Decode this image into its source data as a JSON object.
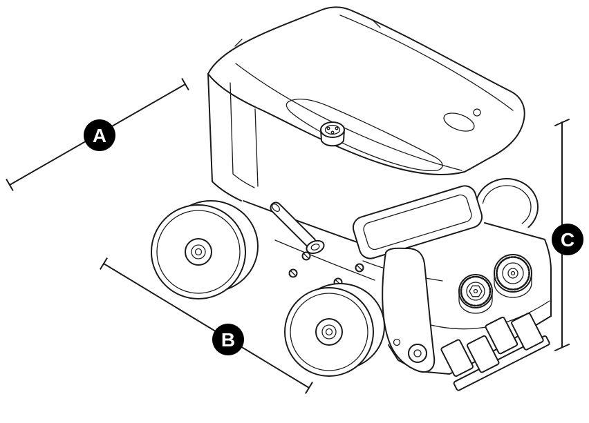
{
  "colors": {
    "background": "#ffffff",
    "line": "#1a1a1a",
    "badge_bg": "#000000",
    "badge_text": "#ffffff"
  },
  "dimension_labels": [
    {
      "label": "A"
    },
    {
      "label": "B"
    },
    {
      "label": "C"
    }
  ]
}
